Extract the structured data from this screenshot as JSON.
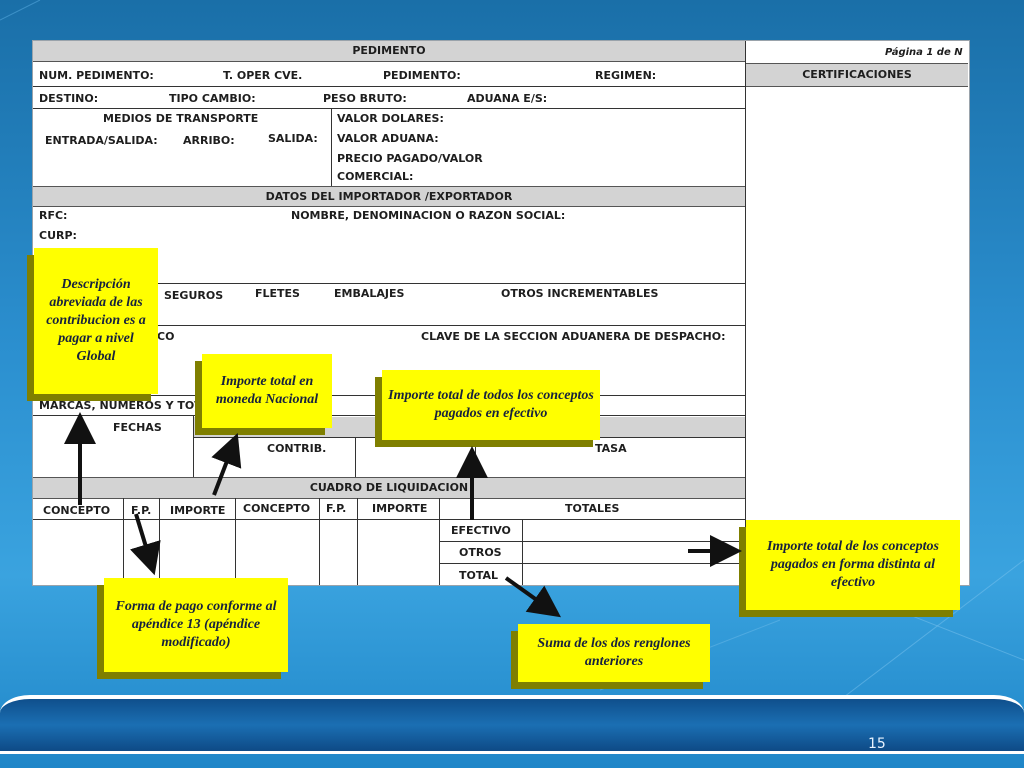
{
  "slide": {
    "page_number": "15",
    "form": {
      "pedimento": "PEDIMENTO",
      "pagina": "Página 1 de N",
      "num_pedimento": "NUM. PEDIMENTO:",
      "t_oper_cve": "T. OPER CVE.",
      "pedimento_label": "PEDIMENTO:",
      "regimen": "REGIMEN:",
      "certificaciones": "CERTIFICACIONES",
      "destino": "DESTINO:",
      "tipo_cambio": "TIPO CAMBIO:",
      "peso_bruto": "PESO BRUTO:",
      "aduana_es": "ADUANA E/S:",
      "medios_transporte": "MEDIOS DE TRANSPORTE",
      "entrada_salida": "ENTRADA/SALIDA:",
      "arribo": "ARRIBO:",
      "salida": "SALIDA:",
      "valor_dolares": "VALOR DOLARES:",
      "valor_aduana": "VALOR ADUANA:",
      "precio_pagado": "PRECIO PAGADO/VALOR",
      "comercial": "COMERCIAL:",
      "datos_importador": "DATOS DEL IMPORTADOR /EXPORTADOR",
      "rfc": "RFC:",
      "nombre": "NOMBRE, DENOMINACION O RAZON SOCIAL:",
      "curp": "CURP:",
      "seguros": "SEGUROS",
      "fletes": "FLETES",
      "embalajes": "EMBALAJES",
      "otros_incrementables": "OTROS INCREMENTABLES",
      "co": "CO",
      "clave_seccion": "CLAVE DE LA SECCION ADUANERA DE DESPACHO:",
      "marcas": "MARCAS, NUMEROS Y TOT",
      "fechas": "FECHAS",
      "contrib": "CONTRIB.",
      "tasa": "TASA",
      "cuadro_liquidacion": "CUADRO DE LIQUIDACION",
      "concepto": "CONCEPTO",
      "fp": "F.P.",
      "importe": "IMPORTE",
      "totales": "TOTALES",
      "efectivo": "EFECTIVO",
      "otros": "OTROS",
      "total": "TOTAL"
    },
    "callouts": {
      "descripcion": "Descripción abreviada de las contribucion es a pagar a nivel Global",
      "importe_nacional": "Importe total en moneda Nacional",
      "importe_efectivo": "Importe total de todos los conceptos pagados en efectivo",
      "importe_distinta": "Importe total de los conceptos pagados en forma distinta al efectivo",
      "forma_pago": "Forma de pago conforme al apéndice 13 (apéndice modificado)",
      "suma": "Suma de los dos renglones anteriores"
    },
    "colors": {
      "callout_fill": "#ffff00",
      "callout_shadow": "#7f7f00",
      "background": "#2b8fcf",
      "header_gray": "#d3d3d3"
    }
  }
}
